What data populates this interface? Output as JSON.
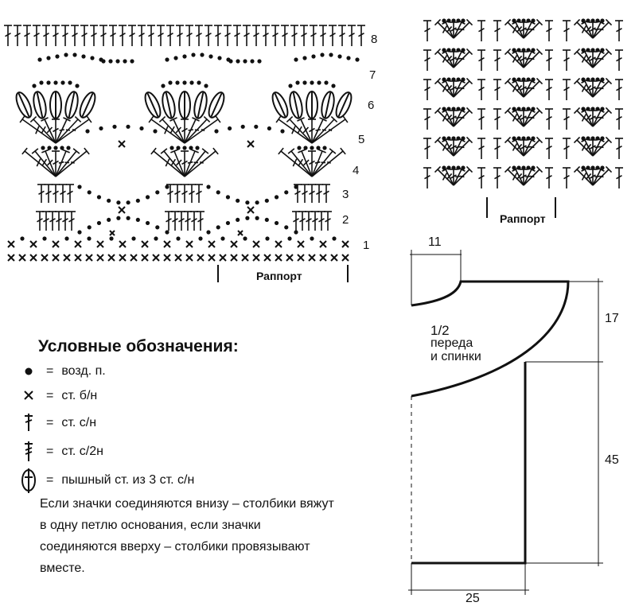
{
  "stitch_chart": {
    "row_numbers": [
      "1",
      "2",
      "3",
      "4",
      "5",
      "6",
      "7",
      "8"
    ],
    "repeat_label": "Раппорт"
  },
  "small_chart": {
    "repeat_label": "Раппорт"
  },
  "legend": {
    "title": "Условные обозначения:",
    "items": [
      {
        "icon": "chain-dot-icon",
        "symbol": "●",
        "text": "возд. п."
      },
      {
        "icon": "single-crochet-icon",
        "symbol": "×",
        "text": "ст. б/н"
      },
      {
        "icon": "double-crochet-icon",
        "symbol": "†",
        "text": "ст. с/н"
      },
      {
        "icon": "double-treble-icon",
        "symbol": "‡",
        "text": "ст. с/2н"
      },
      {
        "icon": "puff-stitch-icon",
        "symbol": "⊕",
        "text": "пышный ст. из 3 ст. с/н"
      }
    ],
    "equals": "=",
    "note": "Если значки соединяются внизу – столбики вяжут в одну петлю основания, если значки соединяются вверху – столбики провязывают вместе."
  },
  "pattern": {
    "label_line1": "1/2",
    "label_line2": "переда",
    "label_line3": "и спинки",
    "dimensions": {
      "neck_width": "11",
      "armhole_height": "17",
      "body_height": "45",
      "half_width": "25"
    }
  }
}
